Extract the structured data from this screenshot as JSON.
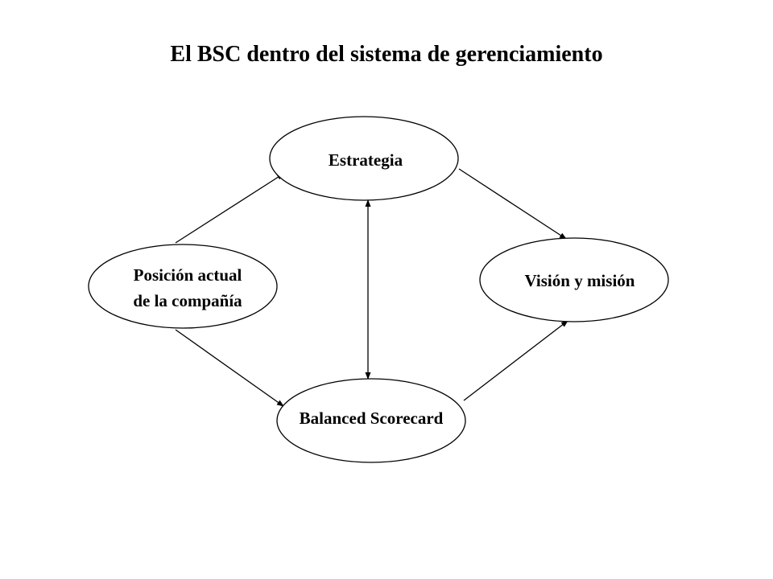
{
  "title": "El BSC dentro del sistema de gerenciamiento",
  "nodes": {
    "estrategia": {
      "lines": [
        "Estrategia"
      ]
    },
    "posicion": {
      "lines": [
        "Posición actual",
        "de la compañía"
      ]
    },
    "vision": {
      "lines": [
        "Visión y misión"
      ]
    },
    "balanced": {
      "lines": [
        "Balanced Scorecard"
      ]
    }
  },
  "edges": [
    {
      "from": "posicion",
      "to": "estrategia",
      "direction": "forward"
    },
    {
      "from": "estrategia",
      "to": "vision",
      "direction": "forward"
    },
    {
      "from": "posicion",
      "to": "balanced",
      "direction": "forward"
    },
    {
      "from": "balanced",
      "to": "vision",
      "direction": "forward"
    },
    {
      "from": "estrategia",
      "to": "balanced",
      "direction": "both"
    }
  ],
  "colors": {
    "stroke": "#000000",
    "fill": "#ffffff",
    "text": "#000000"
  }
}
